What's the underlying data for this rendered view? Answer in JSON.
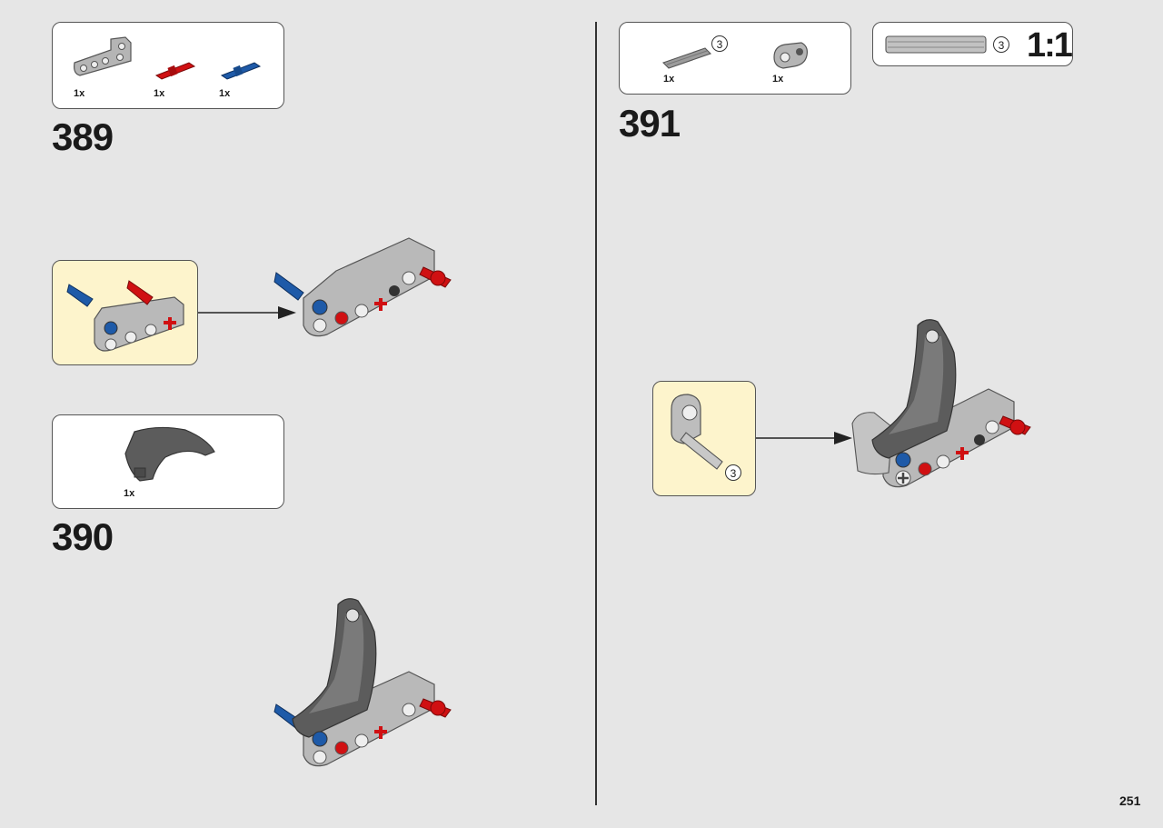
{
  "page": {
    "number": "251"
  },
  "steps": [
    {
      "number": "389",
      "parts": [
        {
          "qty": "1x",
          "name": "light-gray-liftarm"
        },
        {
          "qty": "1x",
          "name": "red-axle-pin"
        },
        {
          "qty": "1x",
          "name": "blue-axle-pin"
        }
      ]
    },
    {
      "number": "390",
      "parts": [
        {
          "qty": "1x",
          "name": "dark-gray-panel"
        }
      ]
    },
    {
      "number": "391",
      "parts": [
        {
          "qty": "1x",
          "name": "gray-axle",
          "callout": "3"
        },
        {
          "qty": "1x",
          "name": "light-gray-connector"
        }
      ],
      "scale_box": {
        "callout": "3",
        "scale": "1:1"
      },
      "subassembly_callout": "3"
    }
  ],
  "colors": {
    "background": "#e6e6e6",
    "subassembly": "#fdf4cc",
    "red": "#d01012",
    "blue": "#1e5aa8",
    "light_gray": "#a0a0a0",
    "dark_gray": "#5a5a5a"
  }
}
